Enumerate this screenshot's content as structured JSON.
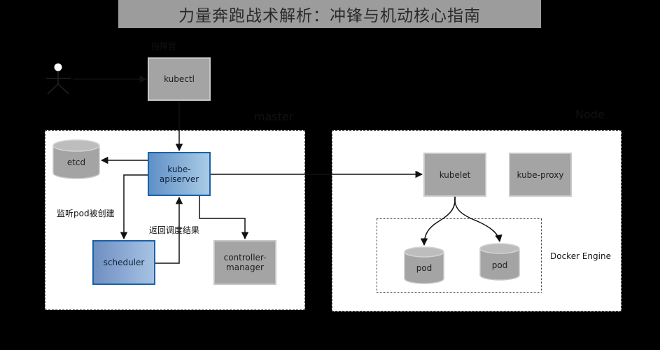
{
  "title": "力量奔跑战术解析：冲锋与机动核心指南",
  "labels": {
    "commander": "指挥官",
    "master": "master",
    "node": "Node",
    "watch_pod_created": "监听pod被创建",
    "return_schedule_result": "返回调度结果",
    "docker_engine": "Docker Engine"
  },
  "nodes": {
    "kubectl": "kubectl",
    "etcd": "etcd",
    "apiserver_line1": "kube-",
    "apiserver_line2": "apiserver",
    "scheduler": "scheduler",
    "controller_line1": "controller-",
    "controller_line2": "manager",
    "kubelet": "kubelet",
    "kube_proxy": "kube-proxy",
    "pod1": "pod",
    "pod2": "pod"
  },
  "colors": {
    "background": "#000000",
    "grey_box": "#a4a4a4",
    "blue_border": "#1a62a8",
    "title_bar": "#9c9c9c"
  },
  "icons": [
    "user-stick-figure-icon"
  ]
}
